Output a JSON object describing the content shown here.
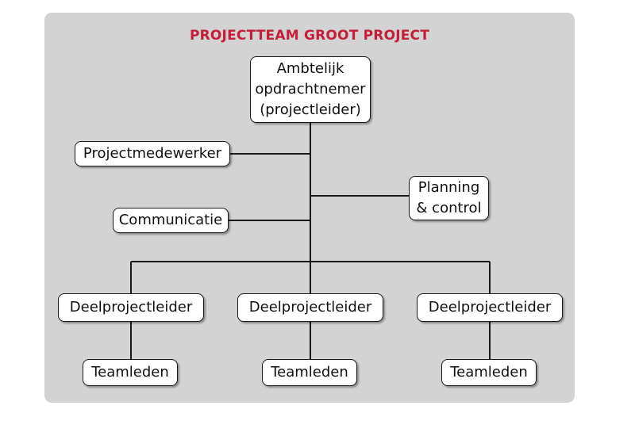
{
  "title": "PROJECTTEAM GROOT PROJECT",
  "colors": {
    "title": "#c41e3a",
    "panel": "#d3d3d3",
    "box_fill": "#ffffff",
    "line": "#1a1a1a"
  },
  "nodes": {
    "root": "Ambtelijk\nopdrachtnemer\n(projectleider)",
    "projectmedewerker": "Projectmedewerker",
    "planning": "Planning\n& control",
    "communicatie": "Communicatie",
    "deelprojectleiders": [
      "Deelprojectleider",
      "Deelprojectleider",
      "Deelprojectleider"
    ],
    "teamleden": [
      "Teamleden",
      "Teamleden",
      "Teamleden"
    ]
  }
}
